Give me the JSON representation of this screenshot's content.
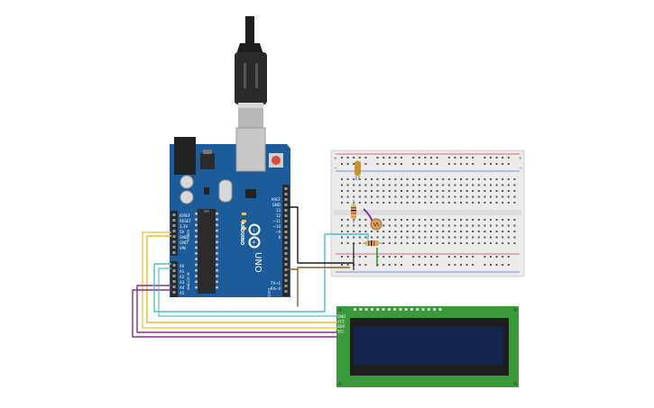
{
  "board": {
    "brand": "ARDUINO",
    "model": "UNO",
    "power_header_labels": [
      "IOREF",
      "RESET",
      "3.3V",
      "5V",
      "GND",
      "GND",
      "VIN"
    ],
    "analog_header_labels": [
      "A0",
      "A1",
      "A2",
      "A3",
      "A4",
      "A5"
    ],
    "digital_header_labels": [
      "AREF",
      "GND",
      "13",
      "12",
      "~11",
      "~10",
      "~9",
      "8"
    ],
    "digital_lower_labels": [
      "TX→1",
      "RX←0"
    ],
    "side_labels": {
      "power": "POWER",
      "analog": "ANALOG IN",
      "digital": "DIGITAL (PWM ~)"
    },
    "body_color": "#1d5c9a",
    "header_color": "#2a2a2a"
  },
  "lcd": {
    "pin_labels": [
      "GND",
      "VCC",
      "SDA",
      "SCL"
    ],
    "pcb_color": "#3a9a3a",
    "screen_color": "#15254e"
  },
  "breadboard": {
    "body_color": "#ebebeb",
    "rail_red": "#d04040",
    "rail_blue": "#5570c0"
  },
  "wire_colors": {
    "yellow": "#e6c020",
    "purple": "#8a2a8a",
    "teal": "#4cc0c8",
    "brown": "#8a5a30",
    "black": "#1a1a1a",
    "green": "#2a9a2a"
  },
  "icons": [
    "usb-cable-icon",
    "arduino-logo-icon",
    "ldr-icon",
    "resistor-icon",
    "led-icon"
  ]
}
